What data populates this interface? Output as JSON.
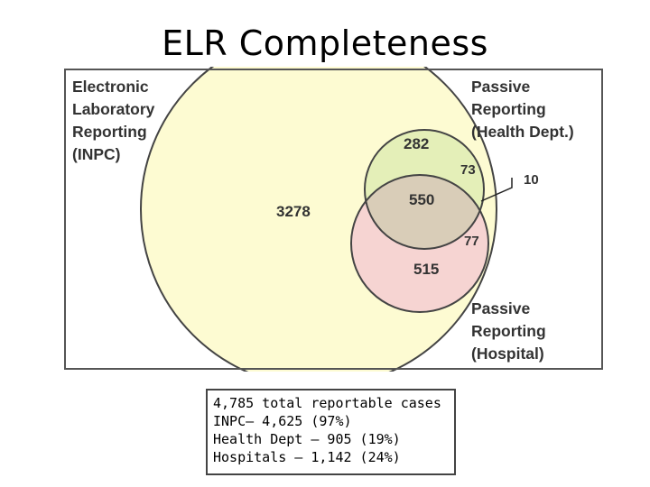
{
  "title": "ELR Completeness",
  "venn": {
    "sets": {
      "elr": {
        "label": "Electronic\nLaboratory\nReporting\n(INPC)",
        "color": "#fdfbd2"
      },
      "health_dept": {
        "label": "Passive\nReporting\n(Health Dept.)",
        "color": "#e2f5d2"
      },
      "hospital": {
        "label": "Passive\nReporting\n(Hospital)",
        "color": "#fbd9e4"
      }
    },
    "regions": {
      "elr_only": "3278",
      "elr_health": "282",
      "all_three": "550",
      "health_only": "73",
      "health_hospital": "10",
      "hospital_only": "77",
      "elr_hospital": "515"
    }
  },
  "summary": [
    "4,785 total reportable cases",
    "INPC– 4,625 (97%)",
    "Health Dept – 905 (19%)",
    "Hospitals – 1,142 (24%)"
  ]
}
